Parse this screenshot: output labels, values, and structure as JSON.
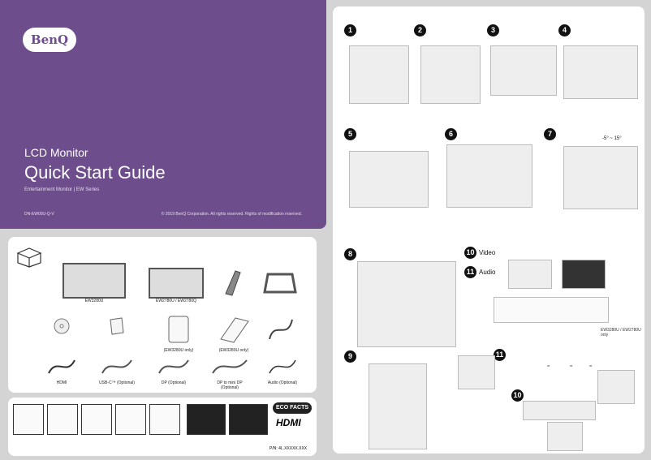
{
  "brand": "BenQ",
  "cover": {
    "subtitle": "LCD Monitor",
    "title": "Quick Start Guide",
    "series": "Entertainment Monitor | EW Series",
    "code": "DN-EW00U-Q-V",
    "copyright": "© 2019 BenQ Corporation. All rights reserved. Rights of modification reserved."
  },
  "box_contents": {
    "items": [
      "EW3280U",
      "EW2780U / EW2780Q",
      "(EW3280U only)",
      "(EW3280U only)",
      "HDMI",
      "USB-C™ (Optional)",
      "DP (Optional)",
      "DP to mini DP (Optional)",
      "Audio (Optional)"
    ]
  },
  "footer": {
    "ecofacts": "ECO FACTS",
    "hdmi": "HDMI",
    "part_no": "P/N: 4L.XXXXX.XXX"
  },
  "steps": {
    "numbers": [
      "1",
      "2",
      "3",
      "4",
      "5",
      "6",
      "7",
      "8",
      "9",
      "10",
      "11",
      "11",
      "10"
    ],
    "tilt": "-5° ~ 15°",
    "video": "Video",
    "audio": "Audio",
    "models": "EW3280U / EW2780U only",
    "or": "or"
  }
}
